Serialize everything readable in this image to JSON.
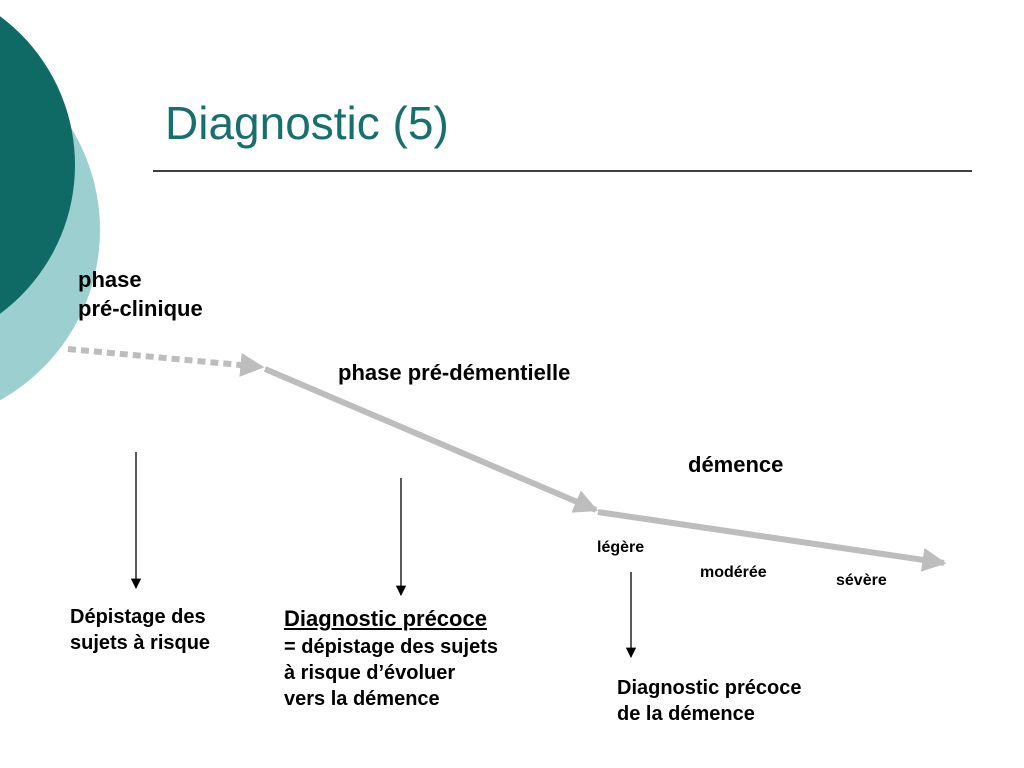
{
  "slide": {
    "title": "Diagnostic (5)",
    "colors": {
      "title": "#17706e",
      "circle_dark": "#0f6a66",
      "circle_light": "#9ccfd0",
      "arrow": "#bdbdbd"
    }
  },
  "phases": {
    "preclinique": {
      "line1": "phase",
      "line2": "pré-clinique"
    },
    "predementielle": "phase pré-démentielle",
    "demence": "démence"
  },
  "stages": {
    "legere": "légère",
    "moderee": "modérée",
    "severe": "sévère"
  },
  "outcomes": {
    "depistage": {
      "line1": "Dépistage des",
      "line2": "sujets à risque"
    },
    "precoce": {
      "heading": "Diagnostic précoce",
      "line1": "= dépistage des sujets",
      "line2": "à risque d’évoluer",
      "line3": "vers la démence"
    },
    "demence": {
      "line1": "Diagnostic précoce",
      "line2": "de la démence"
    }
  }
}
